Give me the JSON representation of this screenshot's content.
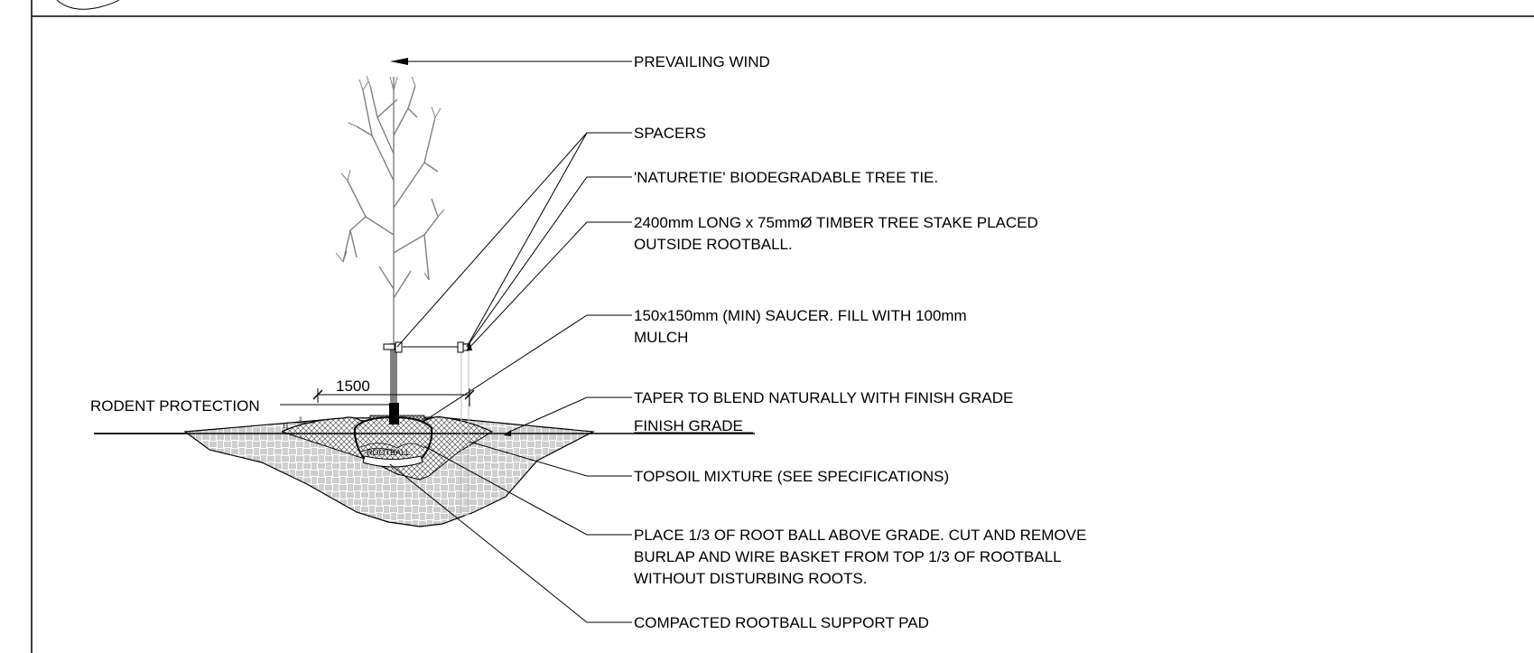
{
  "labels": {
    "prevailing_wind": "PREVAILING WIND",
    "spacers": "SPACERS",
    "naturetie": "'NATURETIE' BIODEGRADABLE TREE TIE.",
    "stake_line1": "2400mm LONG x 75mmØ TIMBER TREE STAKE PLACED",
    "stake_line2": "OUTSIDE ROOTBALL.",
    "saucer_line1": "150x150mm (MIN) SAUCER. FILL WITH 100mm",
    "saucer_line2": "MULCH",
    "taper": "TAPER TO BLEND NATURALLY WITH FINISH GRADE",
    "finish_grade": "FINISH GRADE",
    "topsoil": "TOPSOIL MIXTURE (SEE SPECIFICATIONS)",
    "place_line1": "PLACE 1/3 OF ROOT BALL ABOVE GRADE. CUT AND REMOVE",
    "place_line2": "BURLAP AND WIRE BASKET FROM TOP 1/3 OF ROOTBALL",
    "place_line3": "WITHOUT DISTURBING ROOTS.",
    "pad": "COMPACTED ROOTBALL SUPPORT PAD",
    "rodent": "RODENT PROTECTION",
    "dimension": "1500",
    "rootball": "ROOTBALL",
    "slope_rise": "1",
    "slope_run": "3"
  }
}
